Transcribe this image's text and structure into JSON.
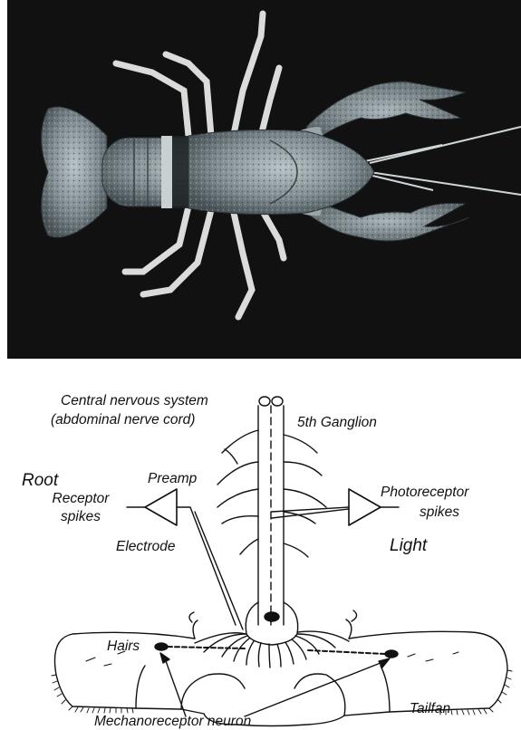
{
  "photo": {
    "subject": "crayfish",
    "background_color": "#111111"
  },
  "diagram": {
    "labels": {
      "cns_line1": "Central nervous system",
      "cns_line2": "(abdominal nerve cord)",
      "ganglion": "5th Ganglion",
      "root": "Root",
      "preamp": "Preamp",
      "receptor_line1": "Receptor",
      "receptor_line2": "spikes",
      "photoreceptor_line1": "Photoreceptor",
      "photoreceptor_line2": "spikes",
      "electrode": "Electrode",
      "light": "Light",
      "hairs": "Hairs",
      "tailfan": "Tailfan",
      "mechanoreceptor": "Mechanoreceptor neuron"
    }
  }
}
